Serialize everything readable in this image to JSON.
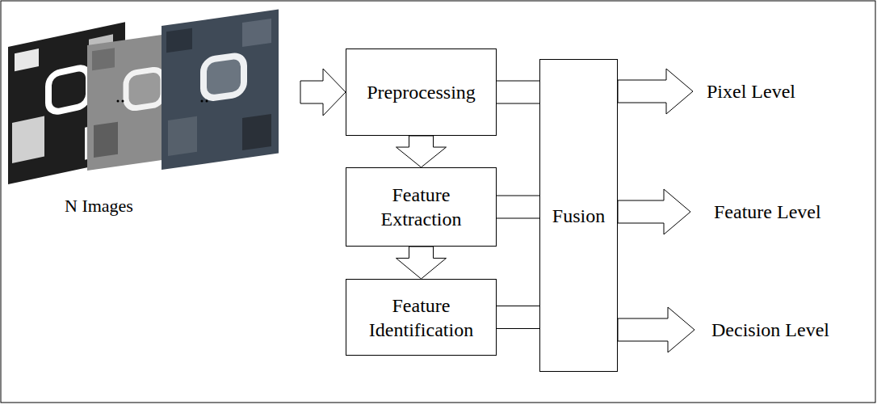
{
  "diagram": {
    "nodes": [
      {
        "text": [
          "Preprocessing"
        ]
      },
      {
        "text": [
          "Feature Extraction"
        ]
      },
      {
        "text": [
          "Feature Identification"
        ]
      },
      {
        "text": [
          "Fusion"
        ]
      }
    ],
    "edges": [
      {
        "from": 0,
        "to": 1,
        "arrow": "to"
      },
      {
        "from": 1,
        "to": 2,
        "arrow": "to"
      },
      {
        "from": 0,
        "to": 3,
        "arrow": "none"
      },
      {
        "from": 1,
        "to": 3,
        "arrow": "none"
      },
      {
        "from": 2,
        "to": 3,
        "arrow": "none"
      }
    ],
    "labels": [
      "N Images",
      "Pixel Level",
      "Feature Level",
      "Decision Level"
    ]
  }
}
